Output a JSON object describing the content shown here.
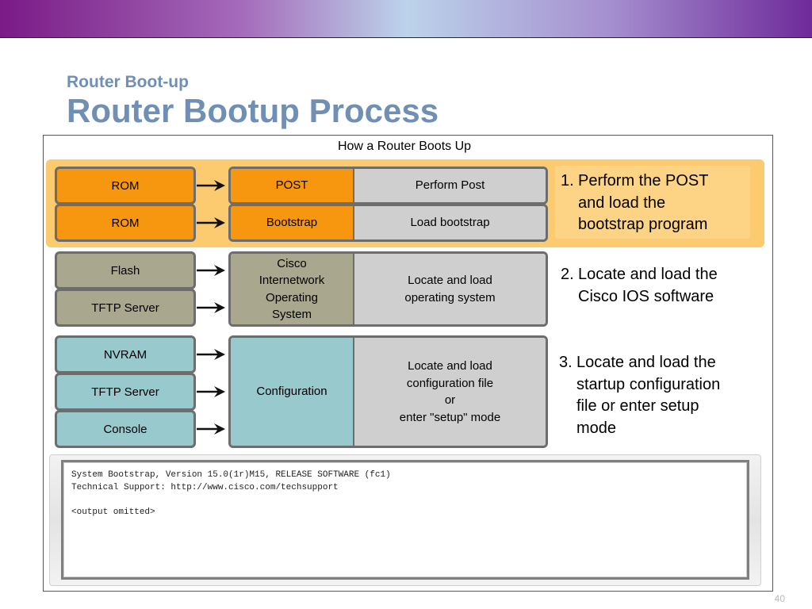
{
  "slide": {
    "subtitle": "Router Boot-up",
    "title": "Router Bootup Process",
    "page_number": "40",
    "colors": {
      "title": "#6f8fb4",
      "rom_stage": "#f7960f",
      "ios_stage": "#a9a78d",
      "config_stage": "#97c9cd",
      "action": "#cfcfcf",
      "highlight_band": "#fccb6f"
    }
  },
  "diagram": {
    "title": "How a Router Boots Up",
    "stage1": {
      "sources": [
        "ROM",
        "ROM"
      ],
      "tasks": [
        "POST",
        "Bootstrap"
      ],
      "actions": [
        "Perform Post",
        "Load bootstrap"
      ]
    },
    "stage2": {
      "sources": [
        "Flash",
        "TFTP Server"
      ],
      "task": [
        "Cisco",
        "Internetwork",
        "Operating",
        "System"
      ],
      "action": [
        "Locate and load",
        "operating system"
      ]
    },
    "stage3": {
      "sources": [
        "NVRAM",
        "TFTP Server",
        "Console"
      ],
      "task": "Configuration",
      "action": [
        "Locate and load",
        "configuration file",
        "or",
        "enter \"setup\" mode"
      ]
    }
  },
  "steps": [
    {
      "number": "1.",
      "lines": [
        "Perform the POST",
        "and load the",
        "bootstrap program"
      ]
    },
    {
      "number": "2.",
      "lines": [
        "Locate and load the",
        "Cisco IOS software"
      ]
    },
    {
      "number": "3.",
      "lines": [
        "Locate and load the",
        "startup configuration",
        "file or enter setup",
        "mode"
      ]
    }
  ],
  "console": {
    "lines": [
      "System Bootstrap, Version 15.0(1r)M15, RELEASE SOFTWARE (fc1)",
      "Technical Support: http://www.cisco.com/techsupport",
      "",
      "<output omitted>"
    ]
  }
}
